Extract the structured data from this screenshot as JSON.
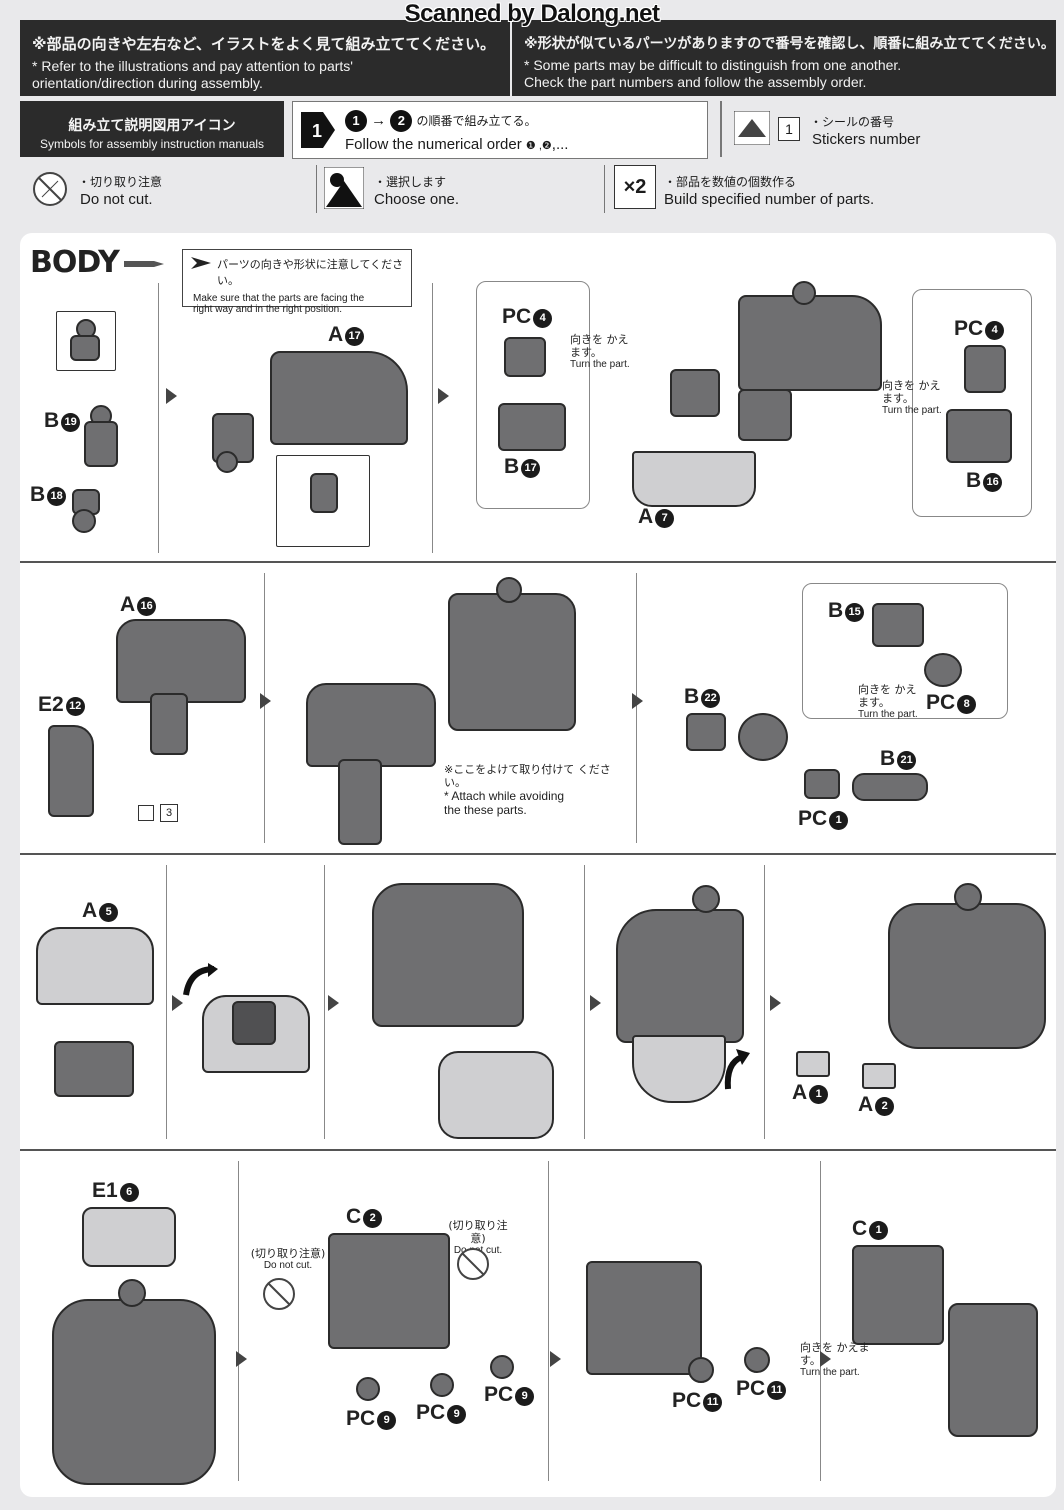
{
  "watermark": "Scanned by Dalong.net",
  "header": {
    "left_jp": "※部品の向きや左右など、イラストをよく見て組み立ててください。",
    "left_en1": "* Refer to the illustrations and pay attention to parts'",
    "left_en2": "orientation/direction during assembly.",
    "right_jp": "※形状が似ているパーツがありますので番号を確認し、順番に組み立ててください。",
    "right_en1": "* Some parts may be difficult to distinguish from one another.",
    "right_en2": "Check the part numbers and follow the assembly order."
  },
  "symbols": {
    "title_jp": "組み立て説明図用アイコン",
    "title_en": "Symbols for assembly instruction manuals",
    "order_num": "1",
    "order_jp": "の順番で組み立てる。",
    "order_en": "Follow the numerical order",
    "order_tail": ",...",
    "sticker_num": "1",
    "sticker_jp": "・シールの番号",
    "sticker_en": "Stickers number",
    "nocut_jp": "・切り取り注意",
    "nocut_en": "Do not cut.",
    "choose_jp": "・選択します",
    "choose_en": "Choose one.",
    "multi_label": "×2",
    "multi_jp": "・部品を数値の個数作る",
    "multi_en": "Build specified number of parts."
  },
  "section": {
    "title": "BODY",
    "notice_jp": "パーツの向きや形状に注意してください。",
    "notice_en1": "Make sure that the parts are facing the",
    "notice_en2": "right way and in the right position."
  },
  "labels": {
    "b19": "B",
    "b19n": "19",
    "b18": "B",
    "b18n": "18",
    "a17": "A",
    "a17n": "17",
    "pc4a": "PC",
    "pc4an": "4",
    "b17": "B",
    "b17n": "17",
    "a7": "A",
    "a7n": "7",
    "pc4b": "PC",
    "pc4bn": "4",
    "b16": "B",
    "b16n": "16",
    "a16": "A",
    "a16n": "16",
    "e212": "E2",
    "e212n": "12",
    "b15": "B",
    "b15n": "15",
    "b22": "B",
    "b22n": "22",
    "pc8": "PC",
    "pc8n": "8",
    "b21": "B",
    "b21n": "21",
    "pc1": "PC",
    "pc1n": "1",
    "a5": "A",
    "a5n": "5",
    "a1": "A",
    "a1n": "1",
    "a2": "A",
    "a2n": "2",
    "e16": "E1",
    "e16n": "6",
    "c2": "C",
    "c2n": "2",
    "pc9a": "PC",
    "pc9an": "9",
    "pc9b": "PC",
    "pc9bn": "9",
    "pc9c": "PC",
    "pc9cn": "9",
    "pc11a": "PC",
    "pc11an": "11",
    "pc11b": "PC",
    "pc11bn": "11",
    "c1": "C",
    "c1n": "1",
    "sticker3": "3"
  },
  "notes": {
    "turn_jp": "向きを かえます。",
    "turn_en": "Turn the part.",
    "avoid_jp": "※ここをよけて取り付けて ください。",
    "avoid_en1": "* Attach while avoiding",
    "avoid_en2": "the these parts.",
    "nocut_jp": "(切り取り注意)",
    "nocut_en": "Do not cut."
  }
}
